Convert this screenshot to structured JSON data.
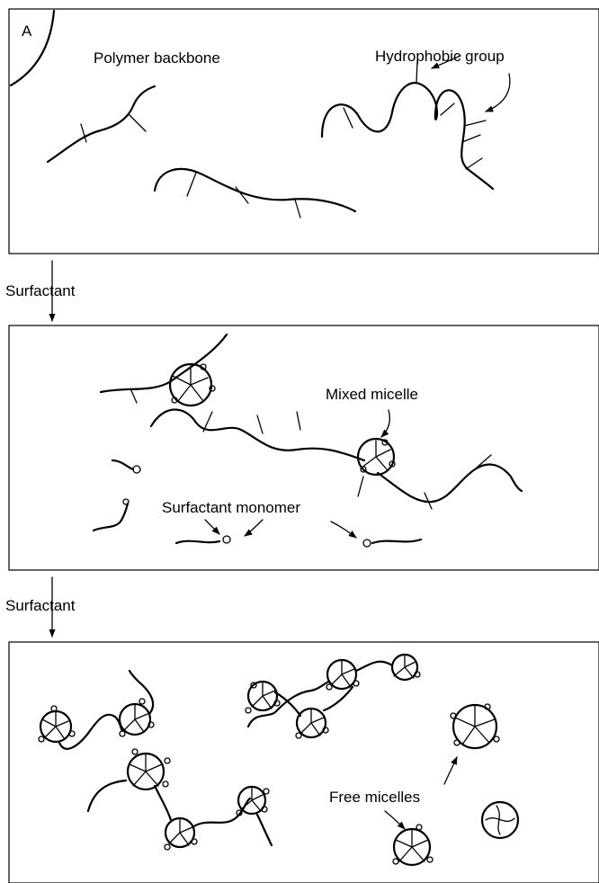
{
  "panel_a": {
    "corner_label": "A",
    "backbone_label": "Polymer backbone",
    "hydrophobic_label": "Hydrophobic group"
  },
  "step1_label": "Surfactant",
  "panel_b": {
    "mixed_micelle_label": "Mixed micelle",
    "monomer_label": "Surfactant monomer"
  },
  "step2_label": "Surfactant",
  "panel_c": {
    "free_micelles_label": "Free micelles"
  }
}
